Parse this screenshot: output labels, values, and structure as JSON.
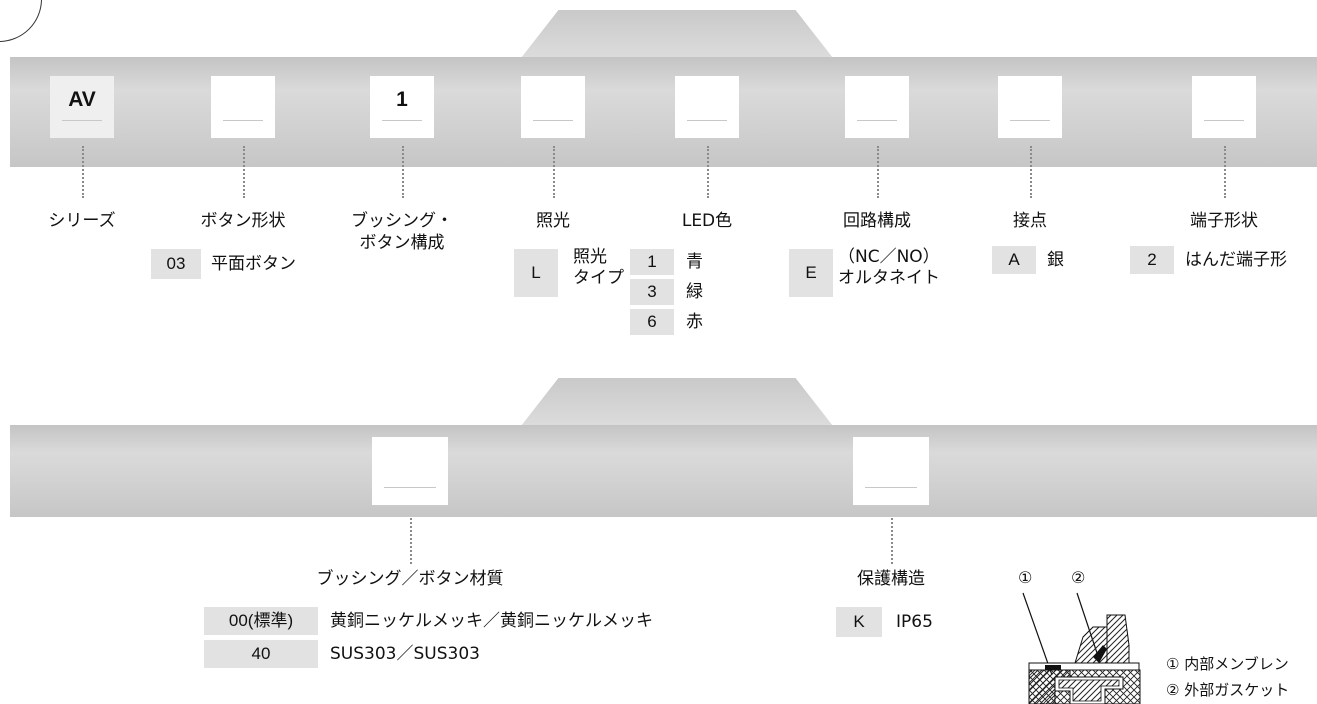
{
  "top": {
    "fields": [
      {
        "value": "AV",
        "label": "シリーズ"
      },
      {
        "value": "",
        "label": "ボタン形状"
      },
      {
        "value": "1",
        "label": "ブッシング・\nボタン構成"
      },
      {
        "value": "",
        "label": "照光"
      },
      {
        "value": "",
        "label": "LED色"
      },
      {
        "value": "",
        "label": "回路構成"
      },
      {
        "value": "",
        "label": "接点"
      },
      {
        "value": "",
        "label": "端子形状"
      }
    ],
    "options": {
      "button_shape": {
        "code": "03",
        "text": "平面ボタン"
      },
      "illumination": {
        "code": "L",
        "text": "照光\nタイプ"
      },
      "led_colors": [
        {
          "code": "1",
          "text": "青"
        },
        {
          "code": "3",
          "text": "緑"
        },
        {
          "code": "6",
          "text": "赤"
        }
      ],
      "circuit": {
        "code": "E",
        "text": "（NC／NO）\nオルタネイト"
      },
      "contact": {
        "code": "A",
        "text": "銀"
      },
      "terminal": {
        "code": "2",
        "text": "はんだ端子形"
      }
    }
  },
  "bottom": {
    "fields": [
      {
        "value": "",
        "label": "ブッシング／ボタン材質"
      },
      {
        "value": "",
        "label": "保護構造"
      }
    ],
    "material_options": [
      {
        "code": "00(標準)",
        "text": "黄銅ニッケルメッキ／黄銅ニッケルメッキ"
      },
      {
        "code": "40",
        "text": "SUS303／SUS303"
      }
    ],
    "protection": {
      "code": "K",
      "text": "IP65"
    }
  },
  "figure": {
    "markers": [
      "①",
      "②"
    ],
    "legend": [
      "① 内部メンブレン",
      "② 外部ガスケット"
    ]
  }
}
